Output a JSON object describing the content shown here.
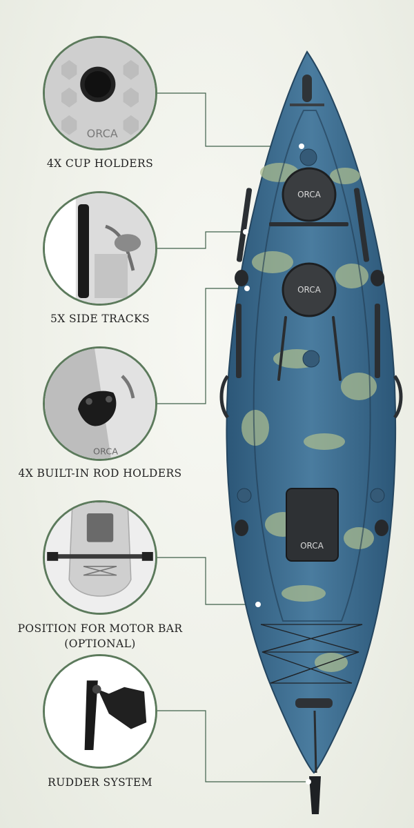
{
  "features": [
    {
      "id": "cup-holders",
      "label": "4X CUP HOLDERS",
      "icon": "cup-holder-photo"
    },
    {
      "id": "side-tracks",
      "label": "5X SIDE TRACKS",
      "icon": "side-track-photo"
    },
    {
      "id": "rod-holders",
      "label": "4X BUILT-IN ROD HOLDERS",
      "icon": "rod-holder-photo"
    },
    {
      "id": "motor-bar",
      "label_line1": "POSITION FOR MOTOR BAR",
      "label_line2": "(OPTIONAL)",
      "icon": "motor-bar-photo"
    },
    {
      "id": "rudder",
      "label": "RUDDER SYSTEM",
      "icon": "rudder-photo"
    }
  ],
  "brand": {
    "logo_text": "ORCA"
  },
  "colors": {
    "ring": "#5c7a5c",
    "leader": "#3f5f4a",
    "hull_blue": "#3e6d90",
    "hull_green": "#a7b98e"
  }
}
